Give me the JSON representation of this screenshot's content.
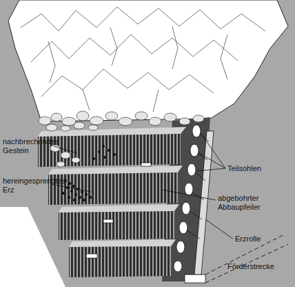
{
  "diagram": {
    "labels": [
      "nachbrechendes Gestein",
      "hereingesprengtes Erz",
      "Teilsohlen",
      "abgebohrter Abbaupfeiler",
      "Erzrolle",
      "Förderstrecke"
    ]
  }
}
